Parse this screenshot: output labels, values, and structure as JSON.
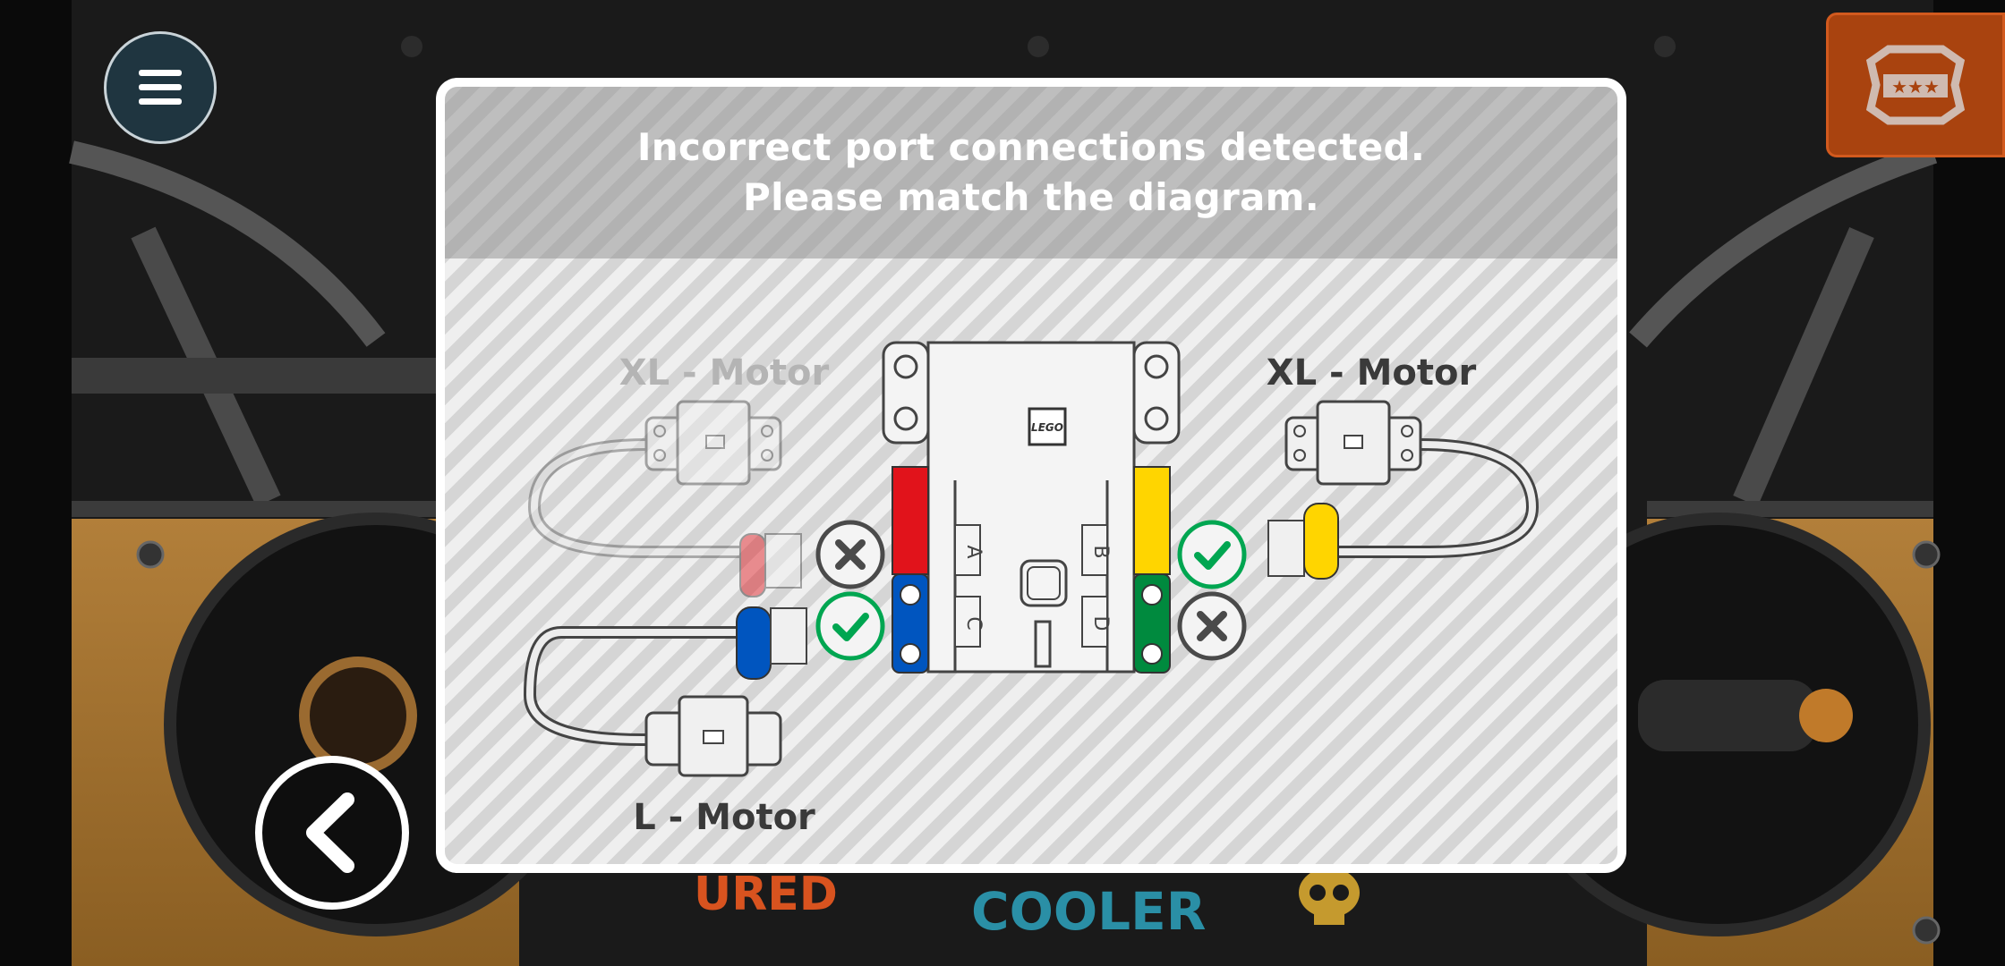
{
  "toolbar": {
    "menu_icon": "hamburger-menu-icon",
    "back_icon": "chevron-left-icon",
    "badge_icon": "armor-badge-icon"
  },
  "background": {
    "sticker_1": "URED",
    "sticker_2": "COOLER"
  },
  "dialog": {
    "title_line1": "Incorrect port connections detected.",
    "title_line2": "Please match the diagram."
  },
  "diagram": {
    "hub_logo": "LEGO",
    "ports": {
      "a": "A",
      "b": "B",
      "c": "C",
      "d": "D"
    },
    "left_top_motor_label": "XL - Motor",
    "right_top_motor_label": "XL - Motor",
    "left_bottom_motor_label": "L - Motor",
    "port_a_status": "error-x-icon",
    "port_b_status": "success-check-icon",
    "port_c_status": "success-check-icon",
    "port_d_status": "error-x-icon"
  },
  "colors": {
    "port_a": "#e1131b",
    "port_b": "#ffd500",
    "port_c": "#0055bf",
    "port_d": "#008a3e",
    "check": "#00a651",
    "error": "#4a4a4a"
  }
}
